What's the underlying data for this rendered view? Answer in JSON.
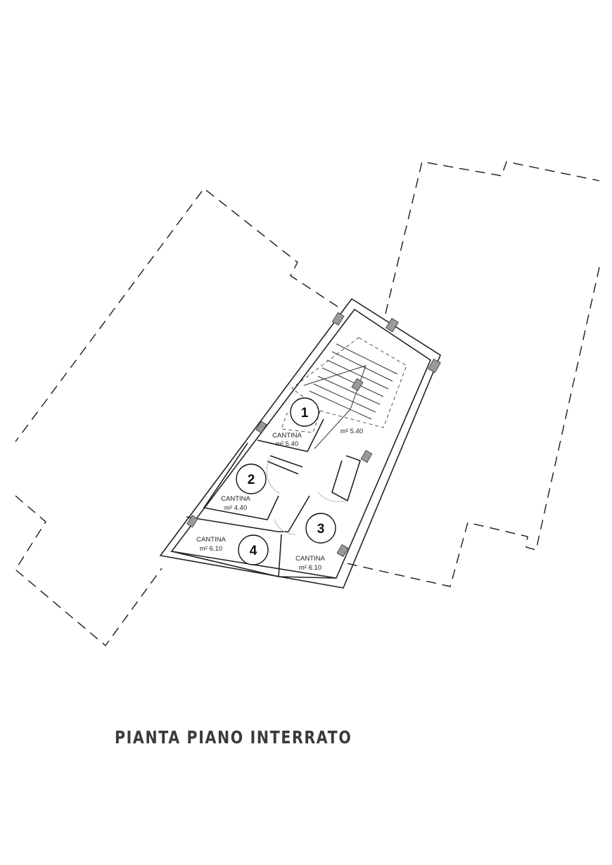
{
  "title": "PIANTA PIANO INTERRATO",
  "rooms": [
    {
      "number": "1",
      "label": "CANTINA",
      "area": "m² 5.40"
    },
    {
      "number": "2",
      "label": "CANTINA",
      "area": "m² 4.40"
    },
    {
      "number": "3",
      "label": "CANTINA",
      "area": "m² 6.10"
    },
    {
      "number": "4",
      "label": "CANTINA",
      "area": "m² 6.10"
    }
  ],
  "stair_area": "m² 5.40"
}
